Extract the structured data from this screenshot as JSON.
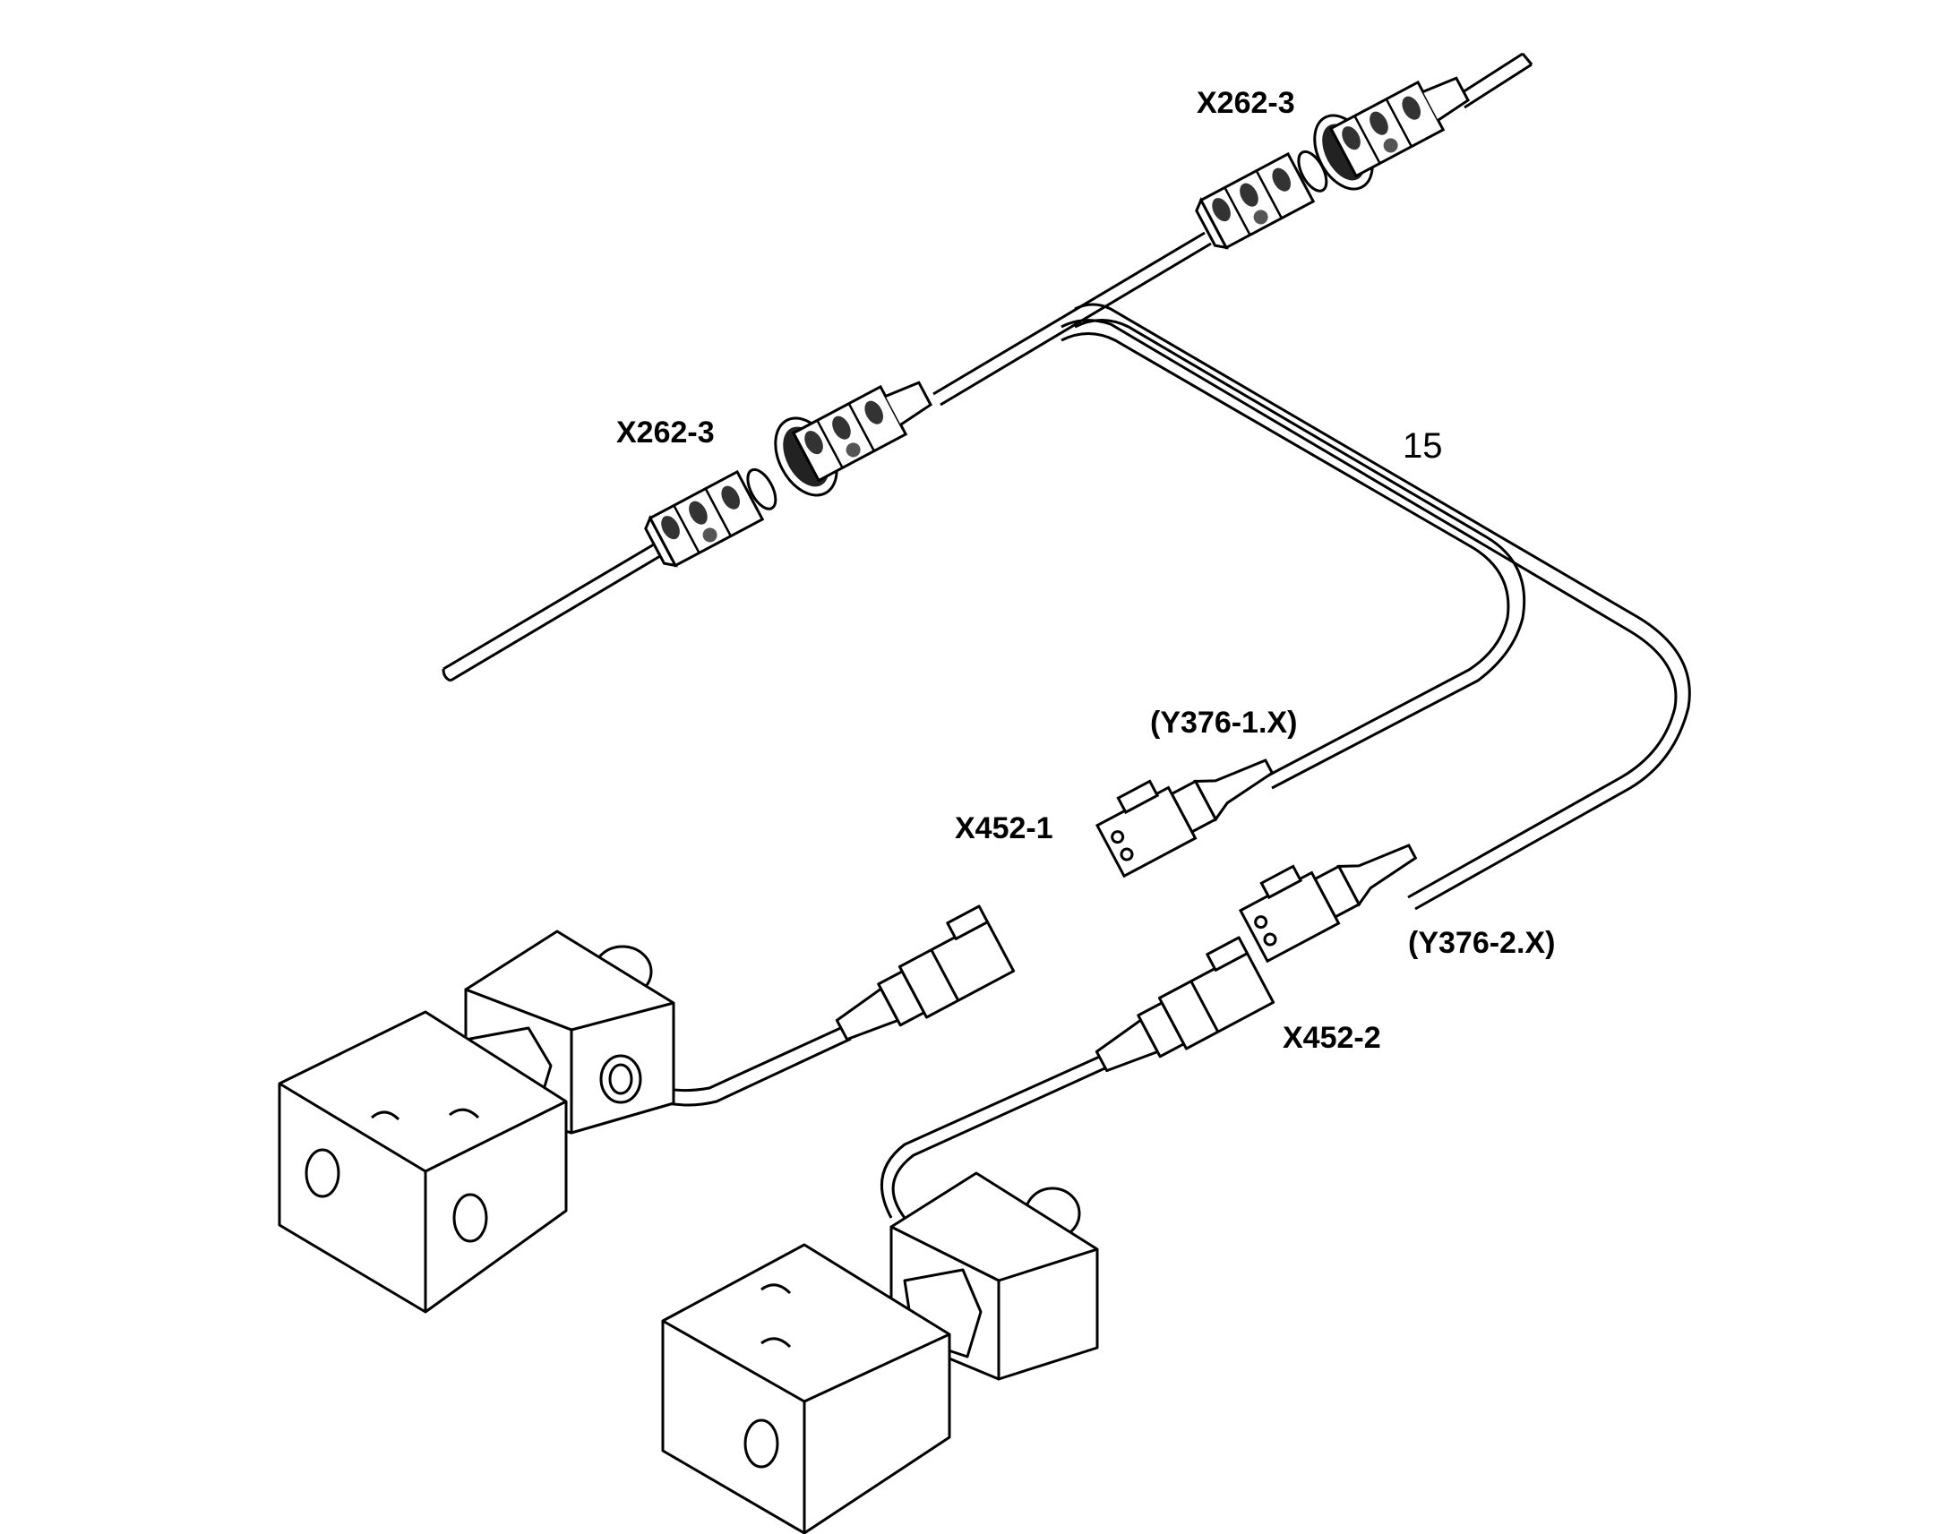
{
  "labels": {
    "connector_top_right": "X262-3",
    "connector_top_left": "X262-3",
    "harness_item": "15",
    "valve1_harness_plug": "(Y376-1.X)",
    "valve1_socket": "X452-1",
    "valve2_harness_plug": "(Y376-2.X)",
    "valve2_socket": "X452-2"
  },
  "colors": {
    "line": "#000000",
    "background": "#ffffff"
  }
}
